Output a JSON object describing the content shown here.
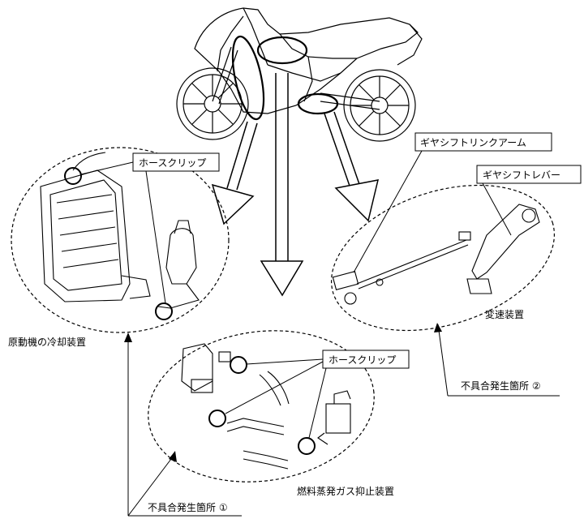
{
  "labels": {
    "hose_clip_top": "ホースクリップ",
    "hose_clip_mid": "ホースクリップ",
    "link_arm": "ギヤシフトリンクアーム",
    "shift_lever": "ギヤシフトレバー",
    "cooling_device": "原動機の冷却装置",
    "transmission": "変速装置",
    "evap_device": "燃料蒸発ガス抑止装置",
    "defect_1": "不具合発生箇所 ①",
    "defect_2": "不具合発生箇所 ②"
  }
}
